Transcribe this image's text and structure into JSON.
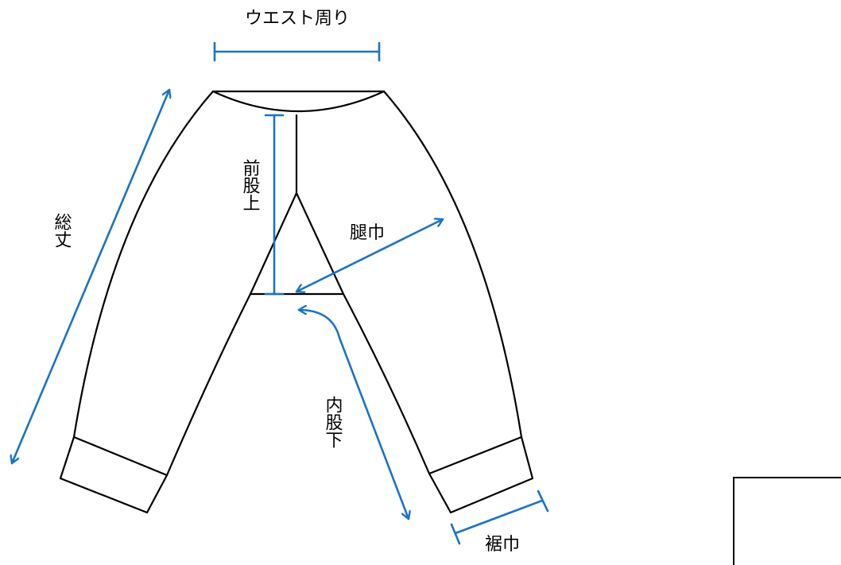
{
  "labels": {
    "waist": "ウエスト周り",
    "total_length": "総丈",
    "front_rise": "前股上",
    "thigh_width": "腿巾",
    "inseam": "内股下",
    "hem_width": "裾巾"
  },
  "colors": {
    "outline": "#000000",
    "measure": "#1a73c6",
    "background": "#ffffff"
  }
}
